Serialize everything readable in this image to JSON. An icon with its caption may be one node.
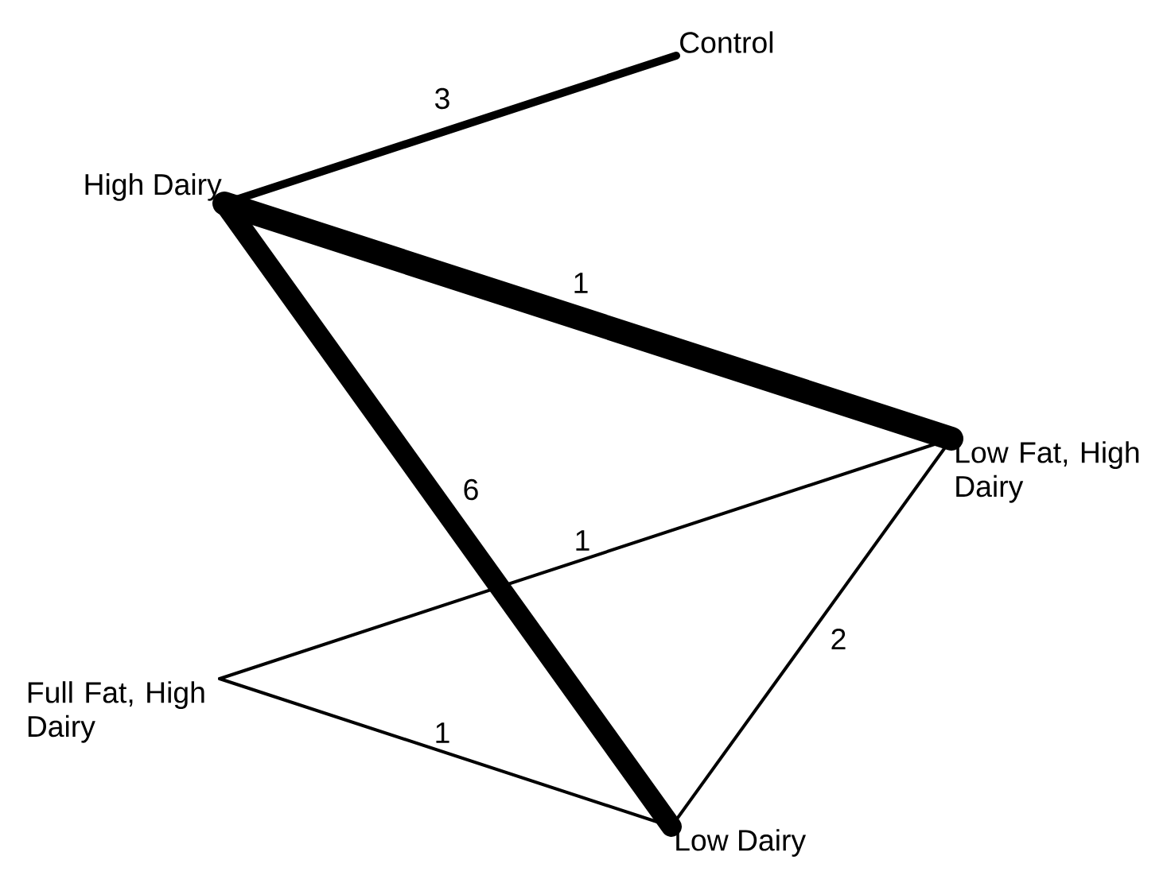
{
  "diagram": {
    "nodes": [
      {
        "text": [
          "Control"
        ]
      },
      {
        "text": [
          "High Dairy"
        ]
      },
      {
        "text": [
          "Low Fat, High Dairy"
        ]
      },
      {
        "text": [
          "Full Fat, High Dairy"
        ]
      },
      {
        "text": [
          "Low Dairy"
        ]
      }
    ],
    "edges": [
      {
        "from": 1,
        "to": 0,
        "arrow": "none",
        "label": "3",
        "style": "thick"
      },
      {
        "from": 1,
        "to": 2,
        "arrow": "none",
        "label": "1",
        "style": "thick"
      },
      {
        "from": 1,
        "to": 4,
        "arrow": "none",
        "label": "6",
        "style": "thick"
      },
      {
        "from": 2,
        "to": 3,
        "arrow": "none",
        "label": "1"
      },
      {
        "from": 2,
        "to": 4,
        "arrow": "none",
        "label": "2"
      },
      {
        "from": 3,
        "to": 4,
        "arrow": "none",
        "label": "1"
      }
    ]
  }
}
